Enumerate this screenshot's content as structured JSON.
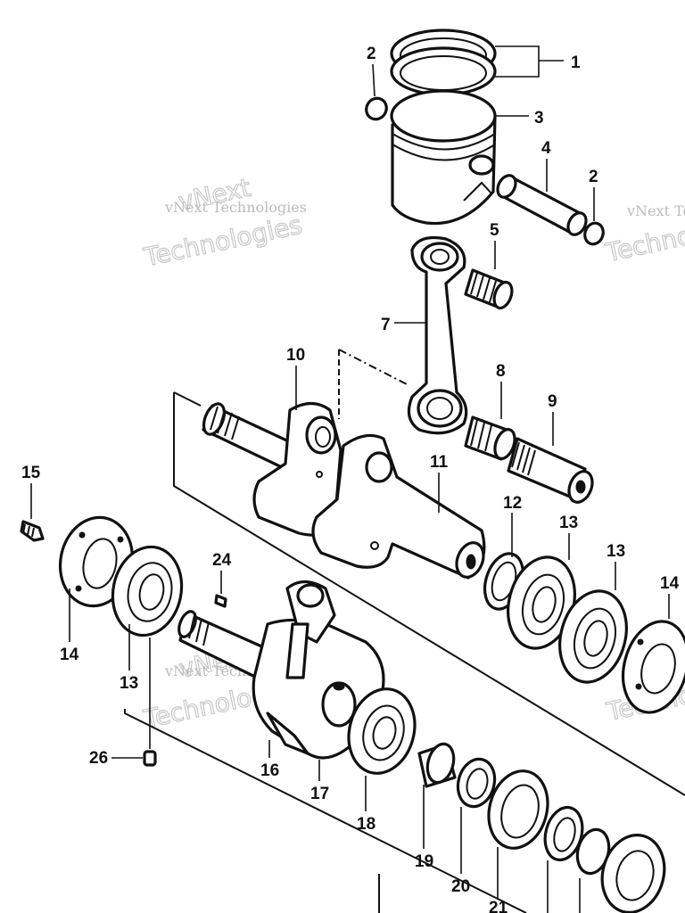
{
  "watermark": {
    "line1": "vNext",
    "line2": "vNext Technologies",
    "line3": "Technologies"
  },
  "callouts": {
    "p1": "1",
    "p2a": "2",
    "p2b": "2",
    "p3": "3",
    "p4": "4",
    "p5": "5",
    "p7": "7",
    "p8": "8",
    "p9": "9",
    "p10": "10",
    "p11": "11",
    "p12": "12",
    "p13a": "13",
    "p13b": "13",
    "p13c": "13",
    "p14a": "14",
    "p14b": "14",
    "p15": "15",
    "p16": "16",
    "p17": "17",
    "p18": "18",
    "p19": "19",
    "p20": "20",
    "p21": "21",
    "p24": "24",
    "p26": "26"
  }
}
